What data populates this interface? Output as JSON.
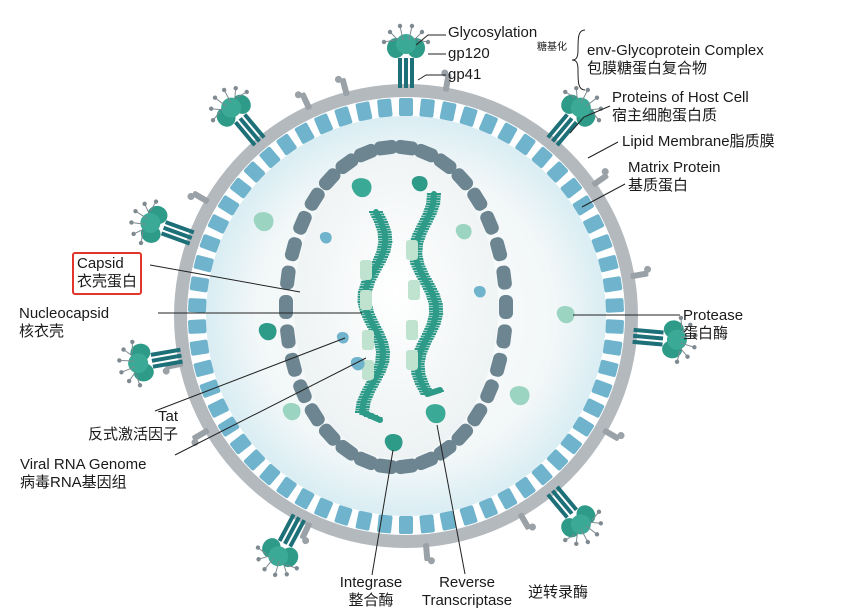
{
  "labels": {
    "glycosylation": {
      "en": "Glycosylation",
      "zh": "糖基化"
    },
    "gp120": "gp120",
    "gp41": "gp41",
    "env_complex": {
      "en": "env-Glycoprotein Complex",
      "zh": "包膜糖蛋白复合物"
    },
    "host_proteins": {
      "en": "Proteins of Host Cell",
      "zh": "宿主细胞蛋白质"
    },
    "lipid_membrane": {
      "en": "Lipid Membrane",
      "zh": "脂质膜"
    },
    "matrix_protein": {
      "en": "Matrix Protein",
      "zh": "基质蛋白"
    },
    "capsid": {
      "en": "Capsid",
      "zh": "衣壳蛋白"
    },
    "nucleocapsid": {
      "en": "Nucleocapsid",
      "zh": "核衣壳"
    },
    "protease": {
      "en": "Protease",
      "zh": "蛋白酶"
    },
    "tat": {
      "en": "Tat",
      "zh": "反式激活因子"
    },
    "viral_rna": {
      "en": "Viral RNA Genome",
      "zh": "病毒RNA基因组"
    },
    "integrase": {
      "en": "Integrase",
      "zh": "整合酶"
    },
    "reverse_transcriptase": {
      "en": "Reverse Transcriptase",
      "en_line1": "Reverse",
      "en_line2": "Transcriptase",
      "zh": "逆转录酶"
    }
  },
  "colors": {
    "membrane": "#b4b9be",
    "matrix": "#6fb3cd",
    "capsid": "#6c8591",
    "teal": "#2e9a88",
    "light_green": "#bfe3cf",
    "highlight": "#e2352b"
  },
  "icons": [
    "env-glycoprotein-spike-icon",
    "host-protein-icon",
    "rna-strand-icon",
    "enzyme-blob-icon"
  ]
}
